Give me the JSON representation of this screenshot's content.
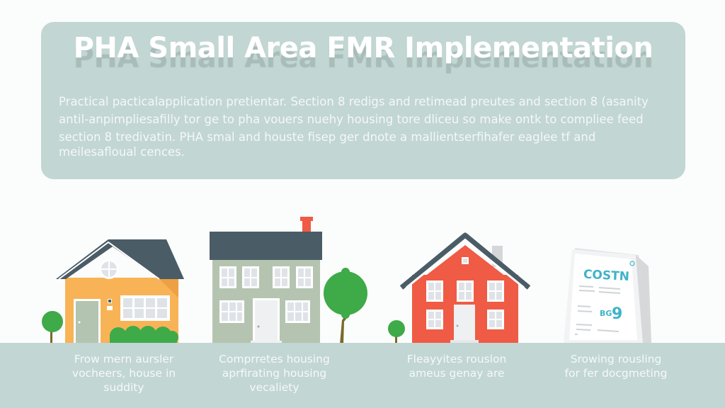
{
  "header": {
    "title": "PHA Small Area FMR Implementation",
    "description_lines": [
      "Practical pacticalapplication pretientar. Section 8 redigs and retimead preutes and section 8 (asanity",
      "antil-anpimpliesafilly tor ge to pha vouers nuehy housing tore dlicеu so make ontk to compliee feed",
      "section 8 tredivatin. PHA smal and houste fisep ger dnote a mallientserfihafer eaglee tf and",
      "meilesafloual cences."
    ]
  },
  "cards": [
    {
      "illustration": "orange-house",
      "caption_lines": [
        "Frow mern aursler",
        "vocheers, house in",
        "suddity"
      ]
    },
    {
      "illustration": "green-townhouse",
      "caption_lines": [
        "Comprretes housing",
        "aprfirating housing",
        "vecaliety"
      ]
    },
    {
      "illustration": "red-house",
      "caption_lines": [
        "Fleayyites rouslon",
        "ameus genay are"
      ]
    },
    {
      "illustration": "cost-document",
      "doc_heading": "COSTN",
      "doc_mark": "BG",
      "doc_number": "9",
      "caption_lines": [
        "Srowing rousling",
        "for fer docgmeting"
      ]
    }
  ],
  "colors": {
    "panel": "#c2d6d3",
    "roof": "#4a5c66",
    "orange_house": "#f8b356",
    "green_house": "#b4c4b0",
    "red_house": "#ef5b45",
    "tree": "#3eaa48",
    "trunk": "#7a6a2c",
    "doc_accent": "#3fb3c9"
  }
}
